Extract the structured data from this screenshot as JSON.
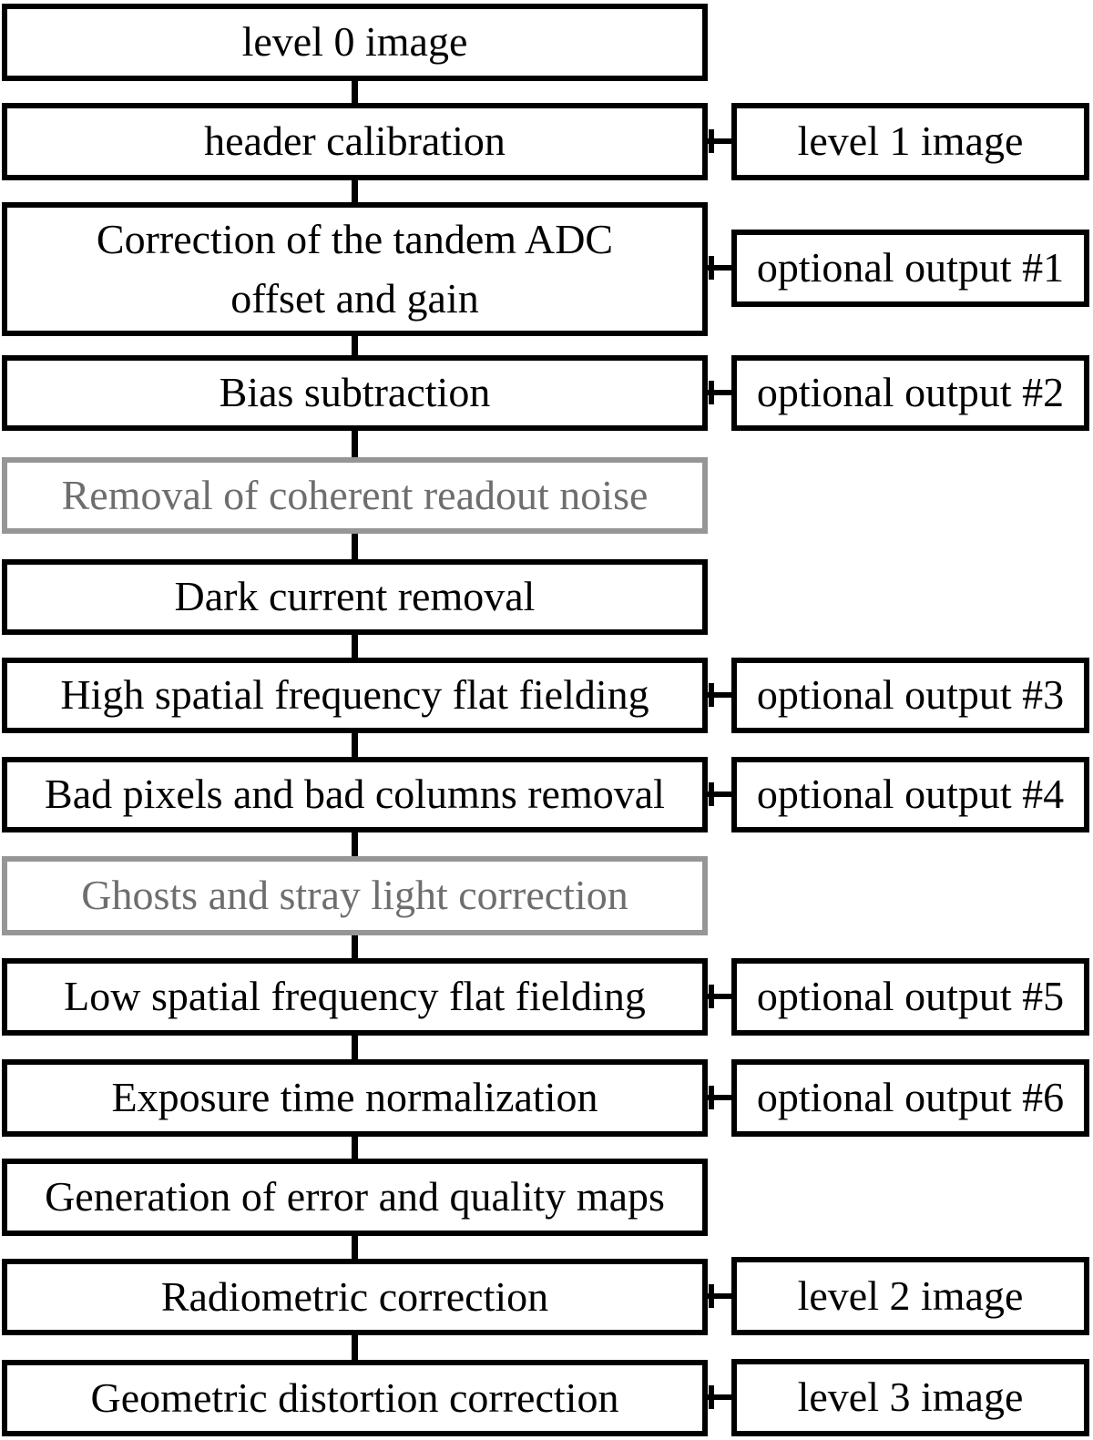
{
  "figure": {
    "type": "flowchart",
    "background": "#ffffff",
    "colors": {
      "box_border": "#000000",
      "box_text": "#000000",
      "optional_step_border": "#969696",
      "optional_step_text": "#6e6e6e",
      "connector": "#000000"
    },
    "steps": [
      {
        "label": "level 0 image",
        "optional": false,
        "output": null
      },
      {
        "label": "header calibration",
        "optional": false,
        "output": "level 1 image"
      },
      {
        "label": "Correction of the tandem ADC\noffset and gain",
        "optional": false,
        "output": "optional output #1"
      },
      {
        "label": "Bias subtraction",
        "optional": false,
        "output": "optional output #2"
      },
      {
        "label": "Removal of coherent readout noise",
        "optional": true,
        "output": null
      },
      {
        "label": "Dark current removal",
        "optional": false,
        "output": null
      },
      {
        "label": "High spatial frequency flat fielding",
        "optional": false,
        "output": "optional output #3"
      },
      {
        "label": "Bad pixels and bad columns removal",
        "optional": false,
        "output": "optional output #4"
      },
      {
        "label": "Ghosts and stray light correction",
        "optional": true,
        "output": null
      },
      {
        "label": "Low spatial frequency flat fielding",
        "optional": false,
        "output": "optional output #5"
      },
      {
        "label": "Exposure time normalization",
        "optional": false,
        "output": "optional output #6"
      },
      {
        "label": "Generation of error and quality maps",
        "optional": false,
        "output": null
      },
      {
        "label": "Radiometric correction",
        "optional": false,
        "output": "level 2 image"
      },
      {
        "label": "Geometric distortion correction",
        "optional": false,
        "output": "level 3 image"
      }
    ]
  }
}
